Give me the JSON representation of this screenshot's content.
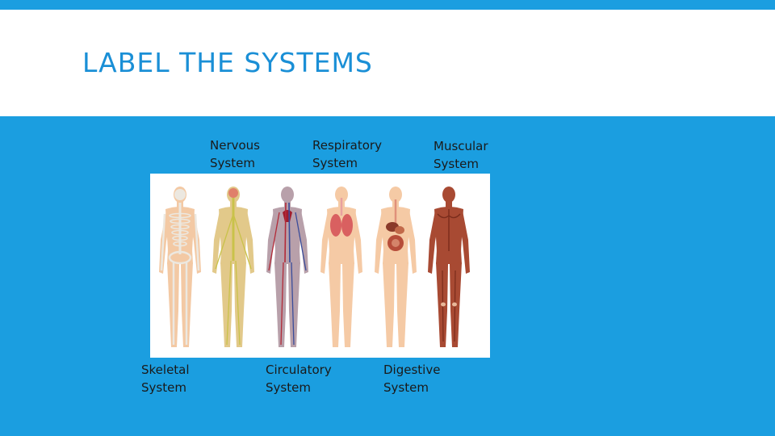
{
  "slide": {
    "title": "LABEL THE SYSTEMS",
    "colors": {
      "accent": "#1b9ee0",
      "title": "#1a8fd6",
      "background": "#ffffff",
      "label_text": "#1a1a1a"
    }
  },
  "labels": {
    "nervous": {
      "line1": "Nervous",
      "line2": "System"
    },
    "respiratory": {
      "line1": "Respiratory",
      "line2": "System"
    },
    "muscular": {
      "line1": "Muscular",
      "line2": "System"
    },
    "skeletal": {
      "line1": "Skeletal",
      "line2": "System"
    },
    "circulatory": {
      "line1": "Circulatory",
      "line2": "System"
    },
    "digestive": {
      "line1": "Digestive",
      "line2": "System"
    }
  },
  "figures": [
    {
      "icon": "skeleton-figure-icon",
      "body_color": "#f3c9a4",
      "detail_color": "#ece8e0"
    },
    {
      "icon": "nervous-figure-icon",
      "body_color": "#e2c98a",
      "detail_color": "#c9c24a"
    },
    {
      "icon": "circulatory-figure-icon",
      "body_color": "#b8a0aa",
      "detail_color": "#7a3142"
    },
    {
      "icon": "respiratory-figure-icon",
      "body_color": "#f5caa5",
      "detail_color": "#d96060"
    },
    {
      "icon": "digestive-figure-icon",
      "body_color": "#f5caa5",
      "detail_color": "#b64d3a"
    },
    {
      "icon": "muscular-figure-icon",
      "body_color": "#a84a33",
      "detail_color": "#7a2c1c"
    }
  ]
}
